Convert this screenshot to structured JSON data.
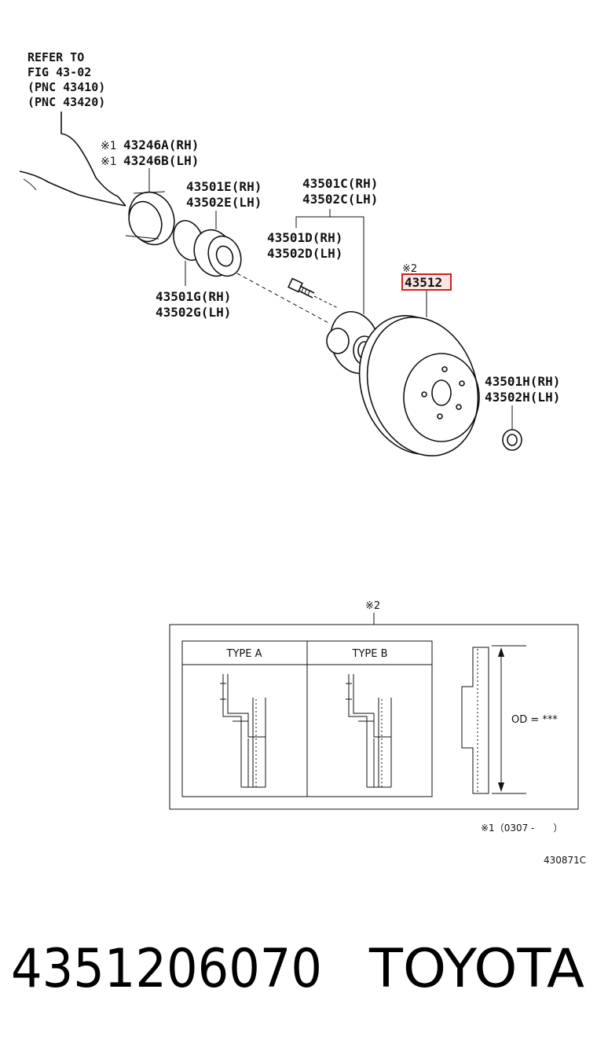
{
  "refer": {
    "line1": "REFER TO",
    "line2": "FIG 43-02",
    "line3": "(PNC 43410)",
    "line4": "(PNC 43420)"
  },
  "parts": {
    "p43246": {
      "mark": "※1",
      "rh": "43246A(RH)",
      "lh": "43246B(LH)"
    },
    "p43501e": {
      "rh": "43501E(RH)",
      "lh": "43502E(LH)"
    },
    "p43501c": {
      "rh": "43501C(RH)",
      "lh": "43502C(LH)"
    },
    "p43501d": {
      "rh": "43501D(RH)",
      "lh": "43502D(LH)"
    },
    "p43501g": {
      "rh": "43501G(RH)",
      "lh": "43502G(LH)"
    },
    "p43512": {
      "mark": "※2",
      "number": "43512"
    },
    "p43501h": {
      "rh": "43501H(RH)",
      "lh": "43502H(LH)"
    }
  },
  "detail": {
    "mark": "※2",
    "type_a": "TYPE A",
    "type_b": "TYPE B",
    "od": "OD = ***"
  },
  "footnote": "※1（0307 -　　）",
  "figure_id": "430871C",
  "bottom": {
    "part_number": "4351206070",
    "brand": "TOYOTA"
  },
  "colors": {
    "highlight": "#d21f1f",
    "ink": "#111111"
  }
}
